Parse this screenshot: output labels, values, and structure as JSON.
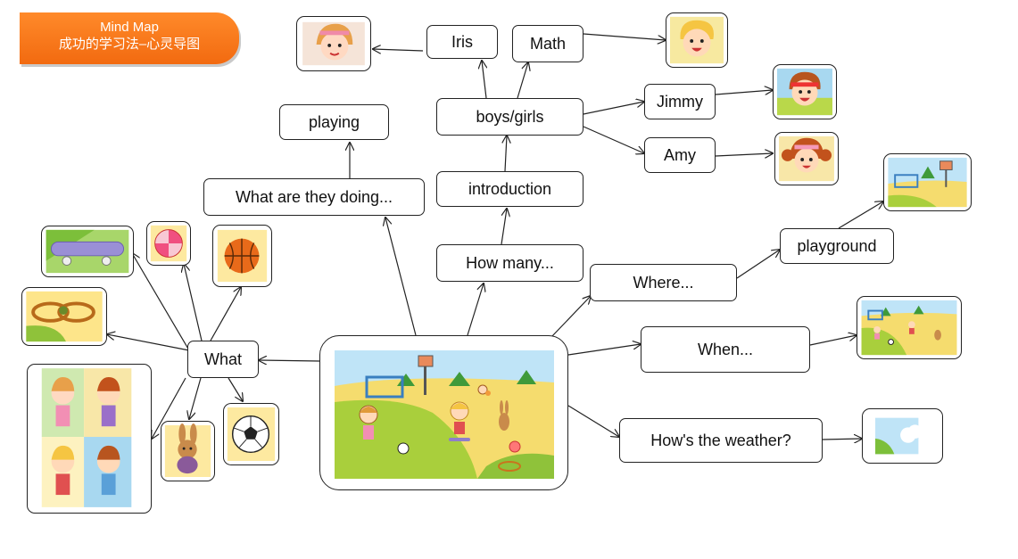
{
  "header": {
    "line1": "Mind Map",
    "line2": "成功的学习法–心灵导图"
  },
  "nodes": {
    "what": "What",
    "doing": "What are they doing...",
    "playing": "playing",
    "how_many": "How many...",
    "introduction": "introduction",
    "boys_girls": "boys/girls",
    "iris": "Iris",
    "math": "Math",
    "jimmy": "Jimmy",
    "amy": "Amy",
    "where": "Where...",
    "playground": "playground",
    "when": "When...",
    "weather": "How's the weather?"
  },
  "pictures": [
    "central-playground-scene",
    "girl-iris-face",
    "boy-math-face",
    "boy-jimmy-face",
    "girl-amy-face",
    "playground-scene",
    "park-scene",
    "sky-cloud",
    "skateboard",
    "beach-ball",
    "basketball",
    "jump-rope",
    "children-group",
    "rabbit",
    "soccer-ball"
  ],
  "colors": {
    "banner": "#f26a10",
    "grass": "#b9d84a",
    "sky": "#bfe4f7",
    "sand": "#f5dc6e"
  }
}
